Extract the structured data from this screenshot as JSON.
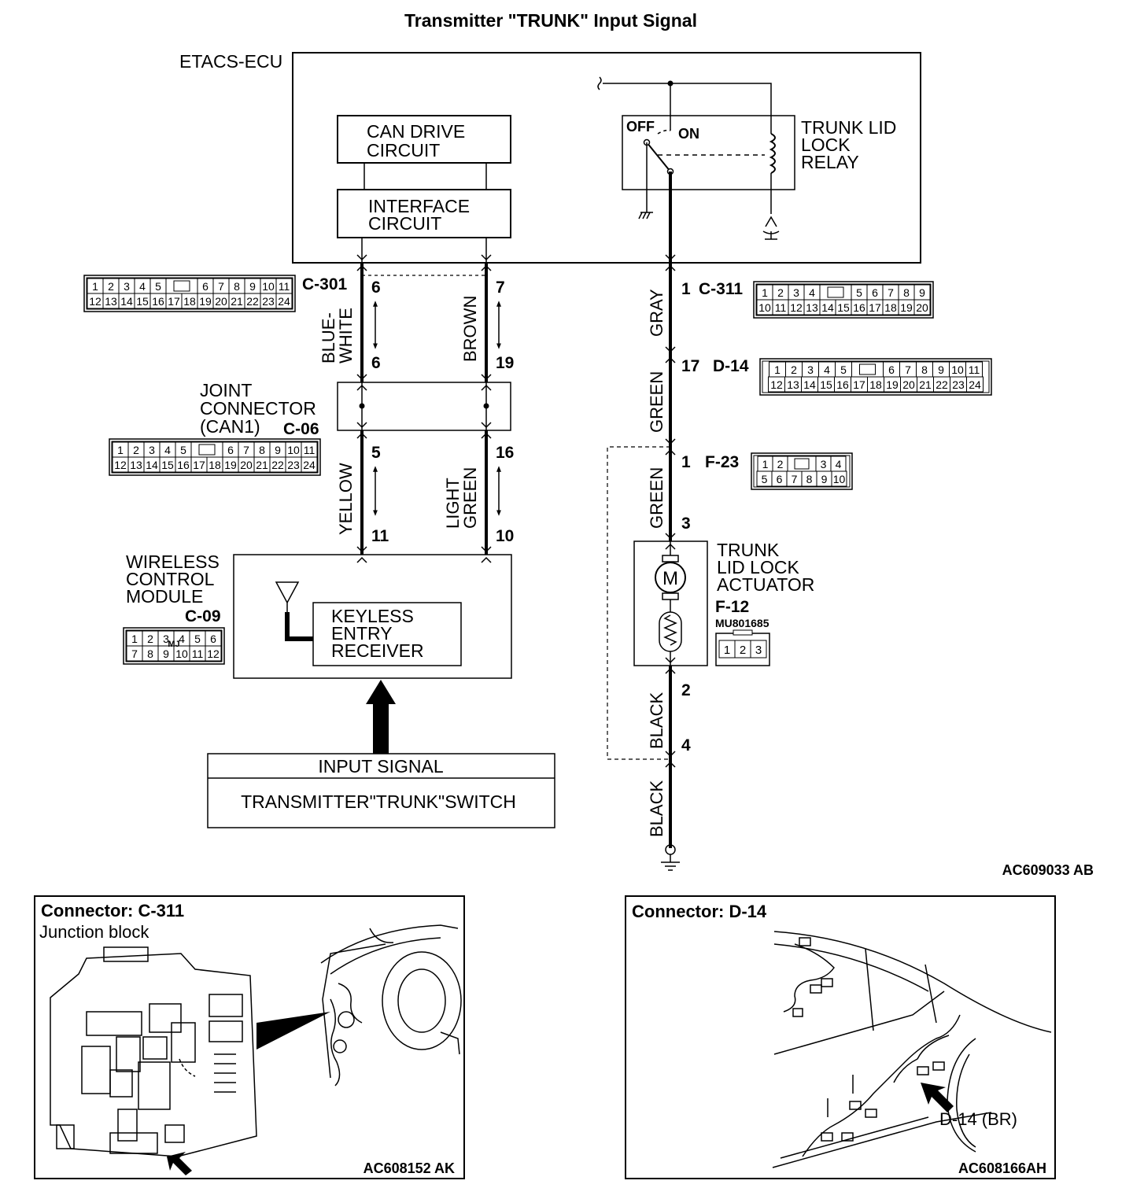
{
  "title": "Transmitter \"TRUNK\" Input Signal",
  "ecu": {
    "label": "ETACS-ECU",
    "can_drive": [
      "CAN DRIVE",
      "CIRCUIT"
    ],
    "interface": [
      "INTERFACE",
      "CIRCUIT"
    ],
    "relay": {
      "off": "OFF",
      "on": "ON",
      "name": [
        "TRUNK LID",
        "LOCK",
        "RELAY"
      ]
    }
  },
  "connectors": {
    "c301": {
      "id": "C-301",
      "pin_a": "6",
      "pin_b": "7",
      "rows": [
        [
          "1",
          "2",
          "3",
          "4",
          "5",
          "6",
          "7",
          "8",
          "9",
          "10",
          "11"
        ],
        [
          "12",
          "13",
          "14",
          "15",
          "16",
          "17",
          "18",
          "19",
          "20",
          "21",
          "22",
          "23",
          "24"
        ]
      ]
    },
    "c311": {
      "id": "C-311",
      "pin": "1",
      "rows": [
        [
          "1",
          "2",
          "3",
          "4",
          "5",
          "6",
          "7",
          "8",
          "9"
        ],
        [
          "10",
          "11",
          "12",
          "13",
          "14",
          "15",
          "16",
          "17",
          "18",
          "19",
          "20"
        ]
      ]
    },
    "d14": {
      "id": "D-14",
      "pin": "17",
      "rows": [
        [
          "1",
          "2",
          "3",
          "4",
          "5",
          "6",
          "7",
          "8",
          "9",
          "10",
          "11"
        ],
        [
          "12",
          "13",
          "14",
          "15",
          "16",
          "17",
          "18",
          "19",
          "20",
          "21",
          "22",
          "23",
          "24"
        ]
      ]
    },
    "f23": {
      "id": "F-23",
      "pin_in": "1",
      "pin_out": "3",
      "pin_gnd_in": "4",
      "rows": [
        [
          "1",
          "2",
          "3",
          "4"
        ],
        [
          "5",
          "6",
          "7",
          "8",
          "9",
          "10"
        ]
      ]
    },
    "joint": {
      "label": [
        "JOINT",
        "CONNECTOR",
        "(CAN1)"
      ],
      "id": "C-06",
      "pin_in_a": "6",
      "pin_in_b": "19",
      "pin_out_a": "5",
      "pin_out_b": "16",
      "rows": [
        [
          "1",
          "2",
          "3",
          "4",
          "5",
          "6",
          "7",
          "8",
          "9",
          "10",
          "11"
        ],
        [
          "12",
          "13",
          "14",
          "15",
          "16",
          "17",
          "18",
          "19",
          "20",
          "21",
          "22",
          "23",
          "24"
        ]
      ]
    },
    "c09": {
      "id": "C-09",
      "tag": "MJ",
      "pin_a": "11",
      "pin_b": "10",
      "rows": [
        [
          "1",
          "2",
          "3",
          "4",
          "5",
          "6"
        ],
        [
          "7",
          "8",
          "9",
          "10",
          "11",
          "12"
        ]
      ]
    },
    "f12": {
      "id": "F-12",
      "part": "MU801685",
      "pin_out": "2",
      "pins": [
        "1",
        "2",
        "3"
      ]
    }
  },
  "wires": {
    "blue_white": [
      "BLUE-",
      "WHITE"
    ],
    "brown": "BROWN",
    "yellow": "YELLOW",
    "light_green": [
      "LIGHT",
      "GREEN"
    ],
    "gray": "GRAY",
    "green": "GREEN",
    "black": "BLACK"
  },
  "wcm": {
    "label": [
      "WIRELESS",
      "CONTROL",
      "MODULE"
    ],
    "receiver": [
      "KEYLESS",
      "ENTRY",
      "RECEIVER"
    ]
  },
  "actuator": [
    "TRUNK",
    "LID LOCK",
    "ACTUATOR"
  ],
  "input": {
    "title": "INPUT SIGNAL",
    "switch": "TRANSMITTER\"TRUNK\"SWITCH"
  },
  "diagram_code": "AC609033 AB",
  "panel_left": {
    "title": "Connector: C-311",
    "subtitle": "Junction block",
    "code": "AC608152 AK"
  },
  "panel_right": {
    "title": "Connector: D-14",
    "callout": "D-14 (BR)",
    "code": "AC608166AH"
  }
}
